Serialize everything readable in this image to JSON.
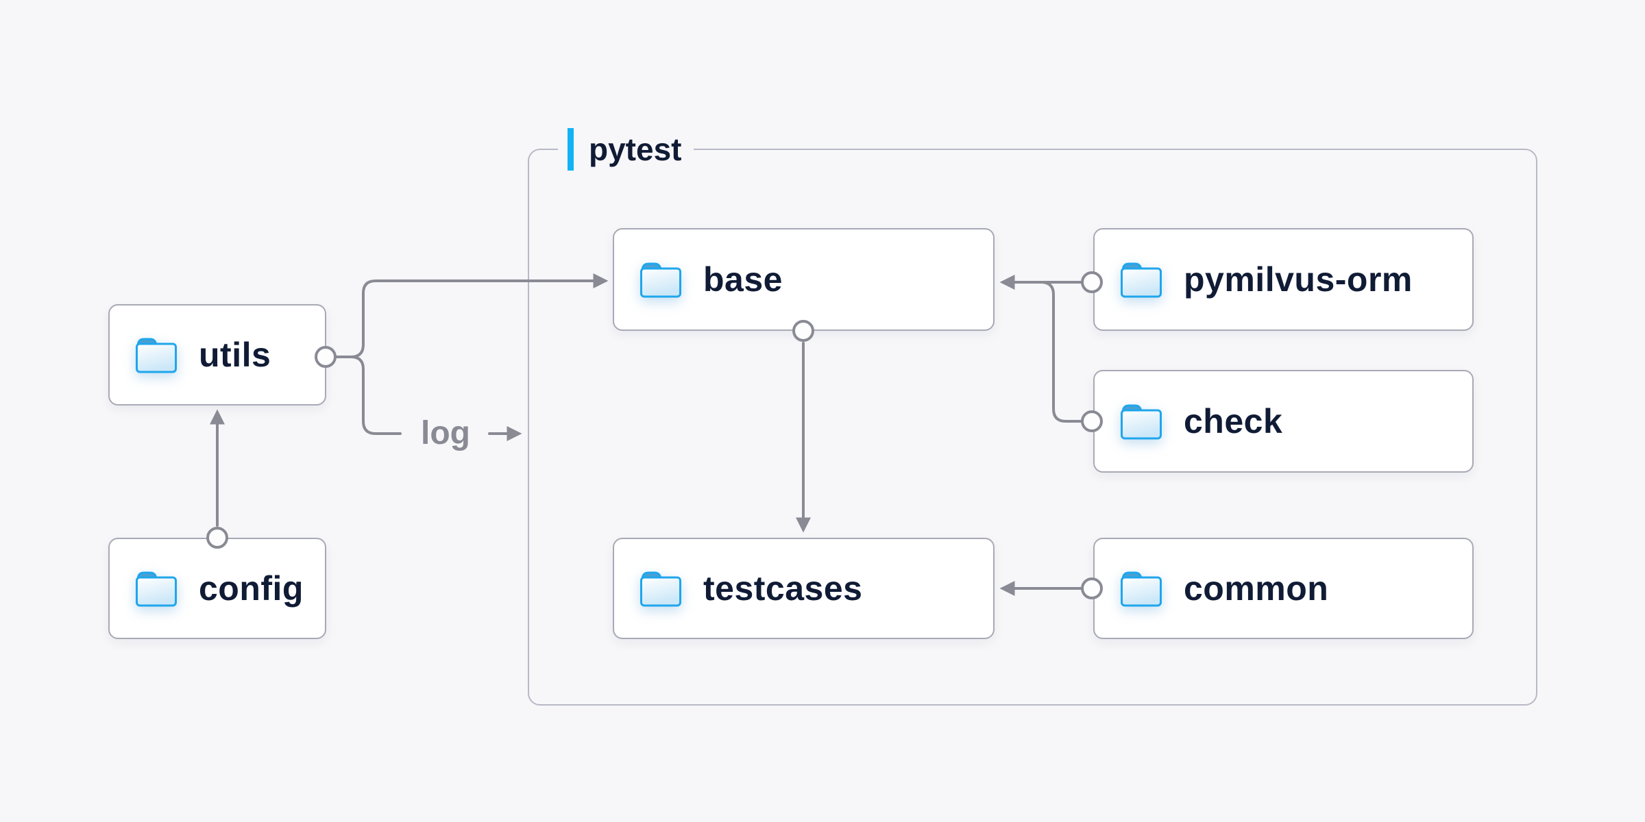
{
  "diagram": {
    "background": "#f7f7f9",
    "group": {
      "label": "pytest",
      "accent_color": "#12b2f5"
    },
    "nodes": [
      {
        "id": "utils",
        "label": "utils",
        "icon": "folder-icon"
      },
      {
        "id": "config",
        "label": "config",
        "icon": "folder-icon"
      },
      {
        "id": "base",
        "label": "base",
        "icon": "folder-icon",
        "group": "pytest"
      },
      {
        "id": "testcases",
        "label": "testcases",
        "icon": "folder-icon",
        "group": "pytest"
      },
      {
        "id": "pymilvus-orm",
        "label": "pymilvus-orm",
        "icon": "folder-icon",
        "group": "pytest"
      },
      {
        "id": "check",
        "label": "check",
        "icon": "folder-icon",
        "group": "pytest"
      },
      {
        "id": "common",
        "label": "common",
        "icon": "folder-icon",
        "group": "pytest"
      }
    ],
    "edge_label": "log",
    "edges": [
      {
        "from": "config",
        "to": "utils",
        "type": "arrow"
      },
      {
        "from": "utils",
        "to": "base",
        "type": "arrow"
      },
      {
        "from": "utils",
        "to": "pytest-group",
        "type": "arrow",
        "label": "log"
      },
      {
        "from": "base",
        "to": "testcases",
        "type": "arrow"
      },
      {
        "from": "pymilvus-orm",
        "to": "base",
        "type": "arrow"
      },
      {
        "from": "check",
        "to": "base",
        "type": "arrow"
      },
      {
        "from": "common",
        "to": "testcases",
        "type": "arrow"
      }
    ],
    "colors": {
      "node_background": "#ffffff",
      "node_border": "#a8a9b6",
      "group_border": "#b8b9c6",
      "connector": "#8a8a95",
      "text": "#101b35",
      "muted_text": "#8a8a95",
      "folder_outline": "#1fa6ec",
      "folder_tab": "#4aa0d2",
      "folder_fill": "#cbe7f8",
      "accent": "#12b2f5"
    }
  }
}
